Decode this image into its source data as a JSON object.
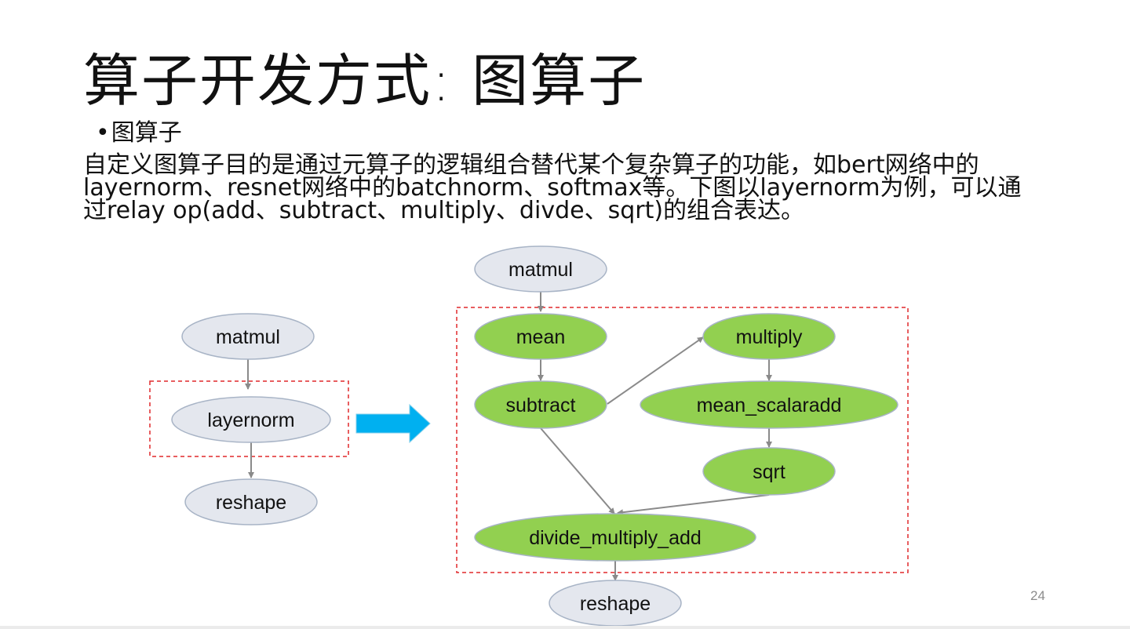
{
  "slide": {
    "title": "算子开发方式: 图算子",
    "bullet": "图算子",
    "description": "自定义图算子目的是通过元算子的逻辑组合替代某个复杂算子的功能，如bert网络中的layernorm、resnet网络中的batchnorm、softmax等。下图以layernorm为例，可以通过relay op(add、subtract、multiply、divde、sqrt)的组合表达。",
    "page_number": "24"
  },
  "diagram": {
    "colors": {
      "gray_node": "#e4e7ee",
      "gray_stroke": "#a8b4c6",
      "green_node": "#92d050",
      "arrow": "#8a8a8a",
      "dashed_box": "#e0282c",
      "transform_arrow": "#00b0f0"
    },
    "left_graph": {
      "matmul": "matmul",
      "layernorm": "layernorm",
      "reshape": "reshape"
    },
    "right_graph": {
      "matmul": "matmul",
      "mean": "mean",
      "subtract": "subtract",
      "multiply": "multiply",
      "mean_scalaradd": "mean_scalaradd",
      "sqrt": "sqrt",
      "divide_multiply_add": "divide_multiply_add",
      "reshape": "reshape"
    }
  }
}
